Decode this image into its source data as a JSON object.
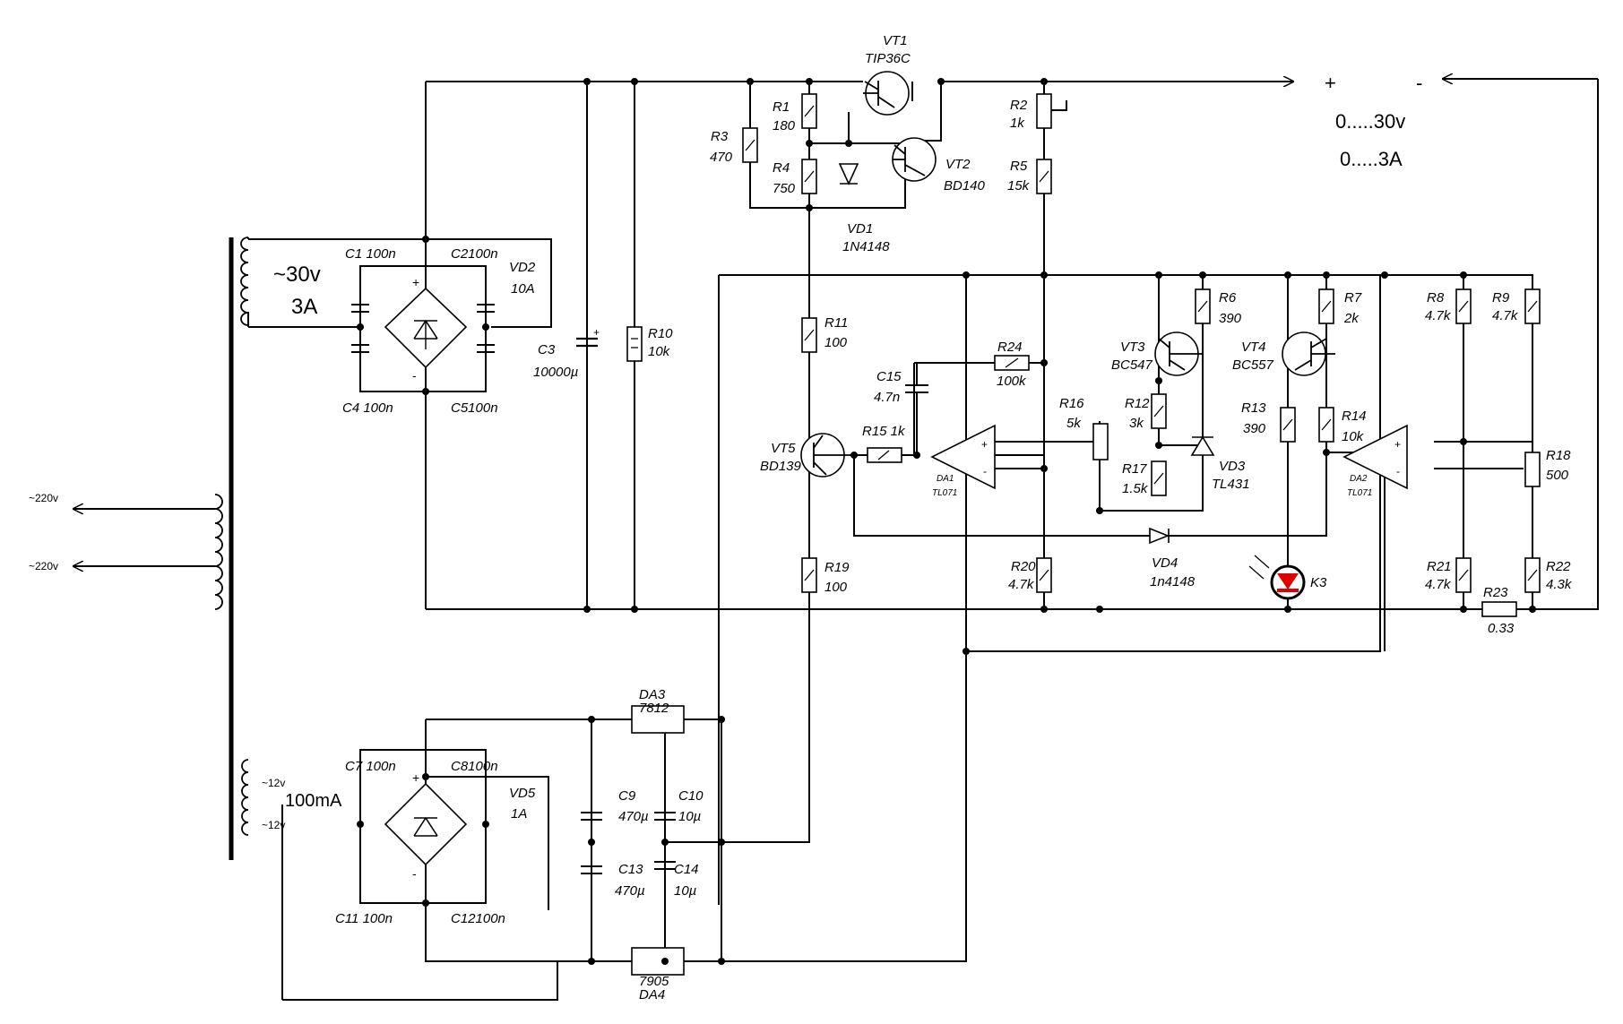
{
  "labels": {
    "vt1_ref": "VT1",
    "vt1_val": "TIP36C",
    "vt2_ref": "VT2",
    "vt2_val": "BD140",
    "vt3_ref": "VT3",
    "vt3_val": "BC547",
    "vt4_ref": "VT4",
    "vt4_val": "BC557",
    "vt5_ref": "VT5",
    "vt5_val": "BD139",
    "r1_ref": "R1",
    "r1_val": "180",
    "r2_ref": "R2",
    "r2_val": "1k",
    "r3_ref": "R3",
    "r3_val": "470",
    "r4_ref": "R4",
    "r4_val": "750",
    "r5_ref": "R5",
    "r5_val": "15k",
    "r6_ref": "R6",
    "r6_val": "390",
    "r7_ref": "R7",
    "r7_val": "2k",
    "r8_ref": "R8",
    "r8_val": "4.7k",
    "r9_ref": "R9",
    "r9_val": "4.7k",
    "r10_ref": "R10",
    "r10_val": "10k",
    "r11_ref": "R11",
    "r11_val": "100",
    "r12_ref": "R12",
    "r12_val": "3k",
    "r13_ref": "R13",
    "r13_val": "390",
    "r14_ref": "R14",
    "r14_val": "10k",
    "r15_ref": "R15 1k",
    "r16_ref": "R16",
    "r16_val": "5k",
    "r17_ref": "R17",
    "r17_val": "1.5k",
    "r18_ref": "R18",
    "r18_val": "500",
    "r19_ref": "R19",
    "r19_val": "100",
    "r20_ref": "R20",
    "r20_val": "4.7k",
    "r21_ref": "R21",
    "r21_val": "4.7k",
    "r22_ref": "R22",
    "r22_val": "4.3k",
    "r23_ref": "R23",
    "r23_val": "0.33",
    "r24_ref": "R24",
    "r24_val": "100k",
    "c1": "C1 100n",
    "c2": "C2100n",
    "c4": "C4 100n",
    "c5": "C5100n",
    "c3_ref": "C3",
    "c3_val": "10000µ",
    "c7": "C7 100n",
    "c8": "C8100n",
    "c11": "C11 100n",
    "c12": "C12100n",
    "c9_ref": "C9",
    "c9_val": "470µ",
    "c10_ref": "C10",
    "c10_val": "10µ",
    "c13_ref": "C13",
    "c13_val": "470µ",
    "c14_ref": "C14",
    "c14_val": "10µ",
    "c15_ref": "C15",
    "c15_val": "4.7n",
    "vd1_ref": "VD1",
    "vd1_val": "1N4148",
    "vd2_ref": "VD2",
    "vd2_val": "10A",
    "vd3_ref": "VD3",
    "vd3_val": "TL431",
    "vd4_ref": "VD4",
    "vd4_val": "1n4148",
    "vd5_ref": "VD5",
    "vd5_val": "1A",
    "da1_ref": "DA1",
    "da1_val": "TL071",
    "da2_ref": "DA2",
    "da2_val": "TL071",
    "da3_ref": "DA3",
    "da3_val": "7812",
    "da4_ref": "DA4",
    "da4_val": "7905",
    "k3": "K3",
    "sec1_v": "~30v",
    "sec1_a": "3A",
    "sec2_v1": "~12v",
    "sec2_v2": "~12v",
    "sec2_a": "100mA",
    "mains1": "~220v",
    "mains2": "~220v",
    "out_plus": "+",
    "out_minus": "-",
    "out_v": "0.....30v",
    "out_a": "0.....3A"
  },
  "colors": {
    "wire": "#000000",
    "led": "#e00000"
  }
}
